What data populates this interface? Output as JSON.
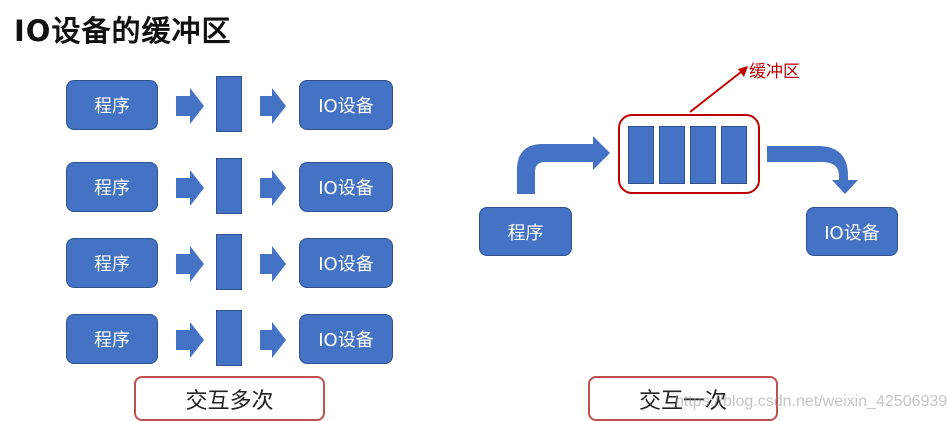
{
  "title": "IO设备的缓冲区",
  "left": {
    "rows": [
      {
        "program": "程序",
        "device": "IO设备"
      },
      {
        "program": "程序",
        "device": "IO设备"
      },
      {
        "program": "程序",
        "device": "IO设备"
      },
      {
        "program": "程序",
        "device": "IO设备"
      }
    ],
    "caption": "交互多次"
  },
  "right": {
    "program": "程序",
    "device": "IO设备",
    "buffer_label": "缓冲区",
    "caption": "交互一次"
  },
  "watermark": "https://blog.csdn.net/weixin_42506939",
  "colors": {
    "box_fill": "#4472c4",
    "accent_red": "#c00000",
    "caption_border": "#c0504d"
  }
}
